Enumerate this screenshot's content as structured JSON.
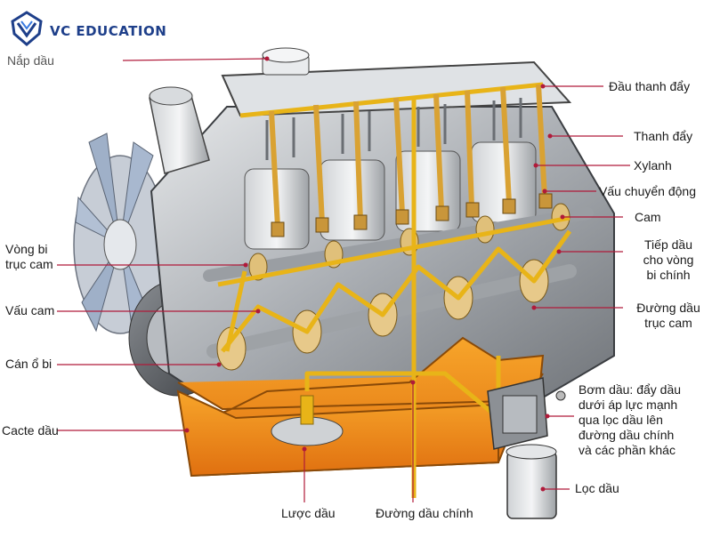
{
  "brand": {
    "name": "VC EDUCATION",
    "logo_icon": "vc-shield-logo-icon",
    "color": "#1e3f8a"
  },
  "colors": {
    "oil": "#e8b418",
    "oil_pan": "#f08a18",
    "leader": "#b01a3a",
    "metal": "#b9bcc0"
  },
  "labels": {
    "nap_dau": "Nắp dầu",
    "dau_thanh_day": "Đầu thanh đẩy",
    "thanh_day": "Thanh đẩy",
    "xylanh": "Xylanh",
    "vau_chuyen_dong": "Vấu chuyển động",
    "cam": "Cam",
    "tiep_dau": [
      "Tiếp dầu",
      "cho vòng",
      "bi chính"
    ],
    "duong_dau_truc_cam": [
      "Đường dầu",
      "trục cam"
    ],
    "bom_dau": [
      "Bơm dầu: đẩy dầu",
      "dưới áp lực mạnh",
      "qua lọc dầu lên",
      "đường dầu chính",
      "và các phần khác"
    ],
    "loc_dau": "Lọc dầu",
    "vong_bi_truc_cam": [
      "Vòng bi",
      "trục cam"
    ],
    "vau_cam": "Vấu cam",
    "can_o_bi": "Cán ổ bi",
    "cacte_dau": "Cacte dầu",
    "luoc_dau": "Lược dầu",
    "duong_dau_chinh": "Đường dầu chính"
  }
}
